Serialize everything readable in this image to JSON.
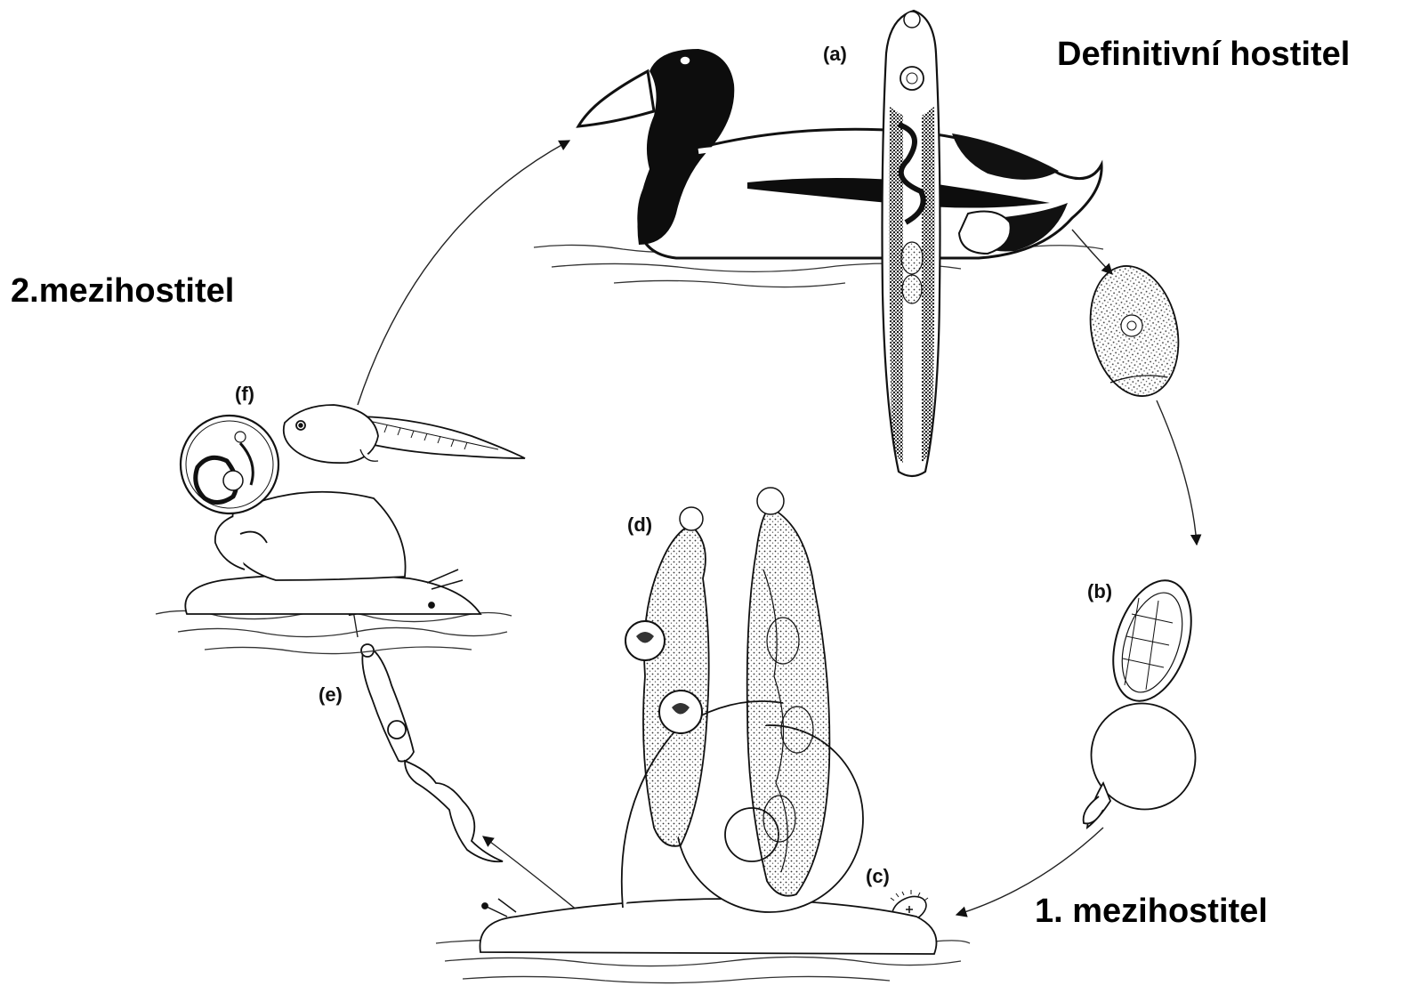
{
  "hosts": {
    "definitive": "Definitivní hostitel",
    "intermediate1": "1. mezihostitel",
    "intermediate2": "2.mezihostitel"
  },
  "stages": {
    "a": "(a)",
    "b": "(b)",
    "c": "(c)",
    "d": "(d)",
    "e": "(e)",
    "f": "(f)"
  },
  "icons": [
    "duck-icon",
    "adult-fluke-icon",
    "egg-icon",
    "miracidium-icon",
    "sporocyst-redia-icon",
    "cercaria-icon",
    "snail-icon",
    "tadpole-icon",
    "metacercaria-cyst-icon"
  ],
  "colors": {
    "ink": "#111111",
    "background": "#ffffff"
  }
}
